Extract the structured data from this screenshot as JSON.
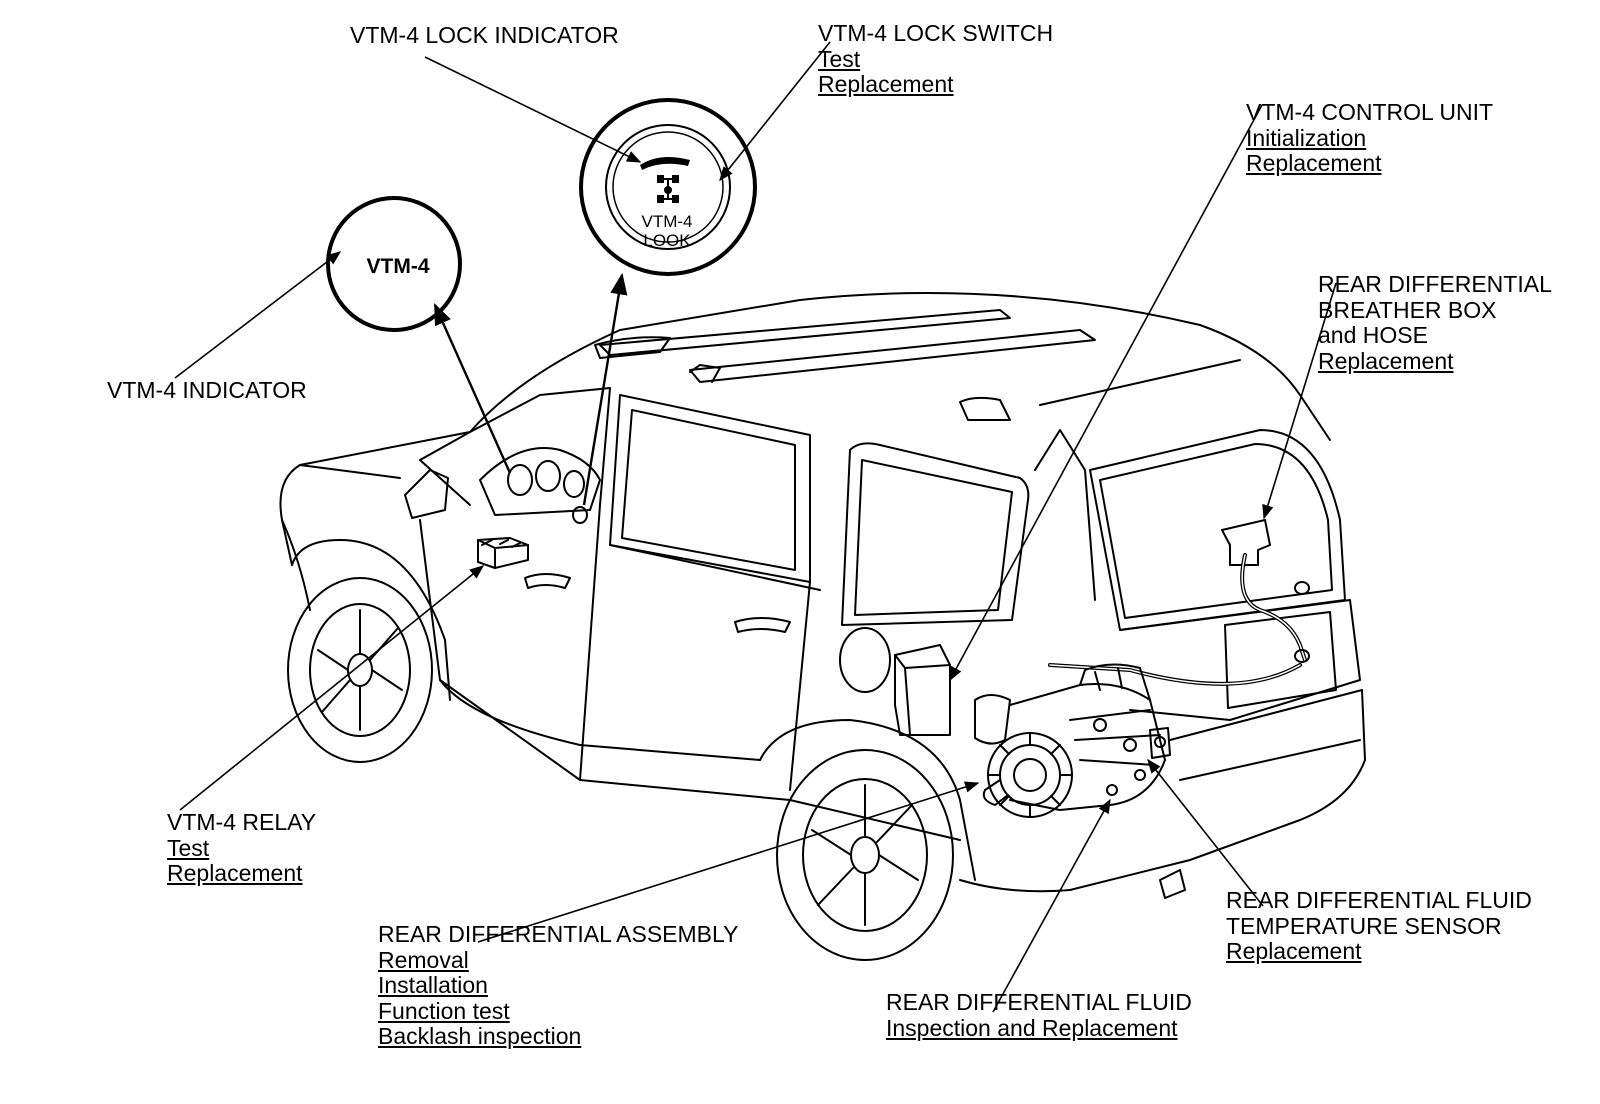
{
  "callouts": {
    "lock_indicator": {
      "lines": [
        "VTM-4 LOCK INDICATOR"
      ],
      "links": []
    },
    "lock_switch": {
      "lines": [
        "VTM-4 LOCK SWITCH"
      ],
      "links": [
        "Test",
        "Replacement"
      ]
    },
    "control_unit": {
      "lines": [
        "VTM-4 CONTROL UNIT"
      ],
      "links": [
        "Initialization",
        "Replacement"
      ]
    },
    "breather": {
      "lines": [
        "REAR DIFFERENTIAL",
        "BREATHER BOX",
        "and HOSE"
      ],
      "links": [
        "Replacement"
      ]
    },
    "indicator": {
      "lines": [
        "VTM-4 INDICATOR"
      ],
      "links": []
    },
    "relay": {
      "lines": [
        "VTM-4 RELAY"
      ],
      "links": [
        "Test",
        "Replacement"
      ]
    },
    "assembly": {
      "lines": [
        "REAR DIFFERENTIAL ASSEMBLY"
      ],
      "links": [
        "Removal",
        "Installation",
        "Function test",
        "Backlash inspection"
      ]
    },
    "fluid": {
      "lines": [
        "REAR DIFFERENTIAL FLUID"
      ],
      "links": [
        "Inspection and Replacement"
      ]
    },
    "temp_sensor": {
      "lines": [
        "REAR DIFFERENTIAL FLUID",
        "TEMPERATURE SENSOR"
      ],
      "links": [
        "Replacement"
      ]
    }
  },
  "detail_circles": {
    "indicator_text": "VTM-4",
    "lock_switch_line1": "VTM-4",
    "lock_switch_line2": "LOOK"
  },
  "colors": {
    "ink": "#000000",
    "paper": "#ffffff"
  }
}
